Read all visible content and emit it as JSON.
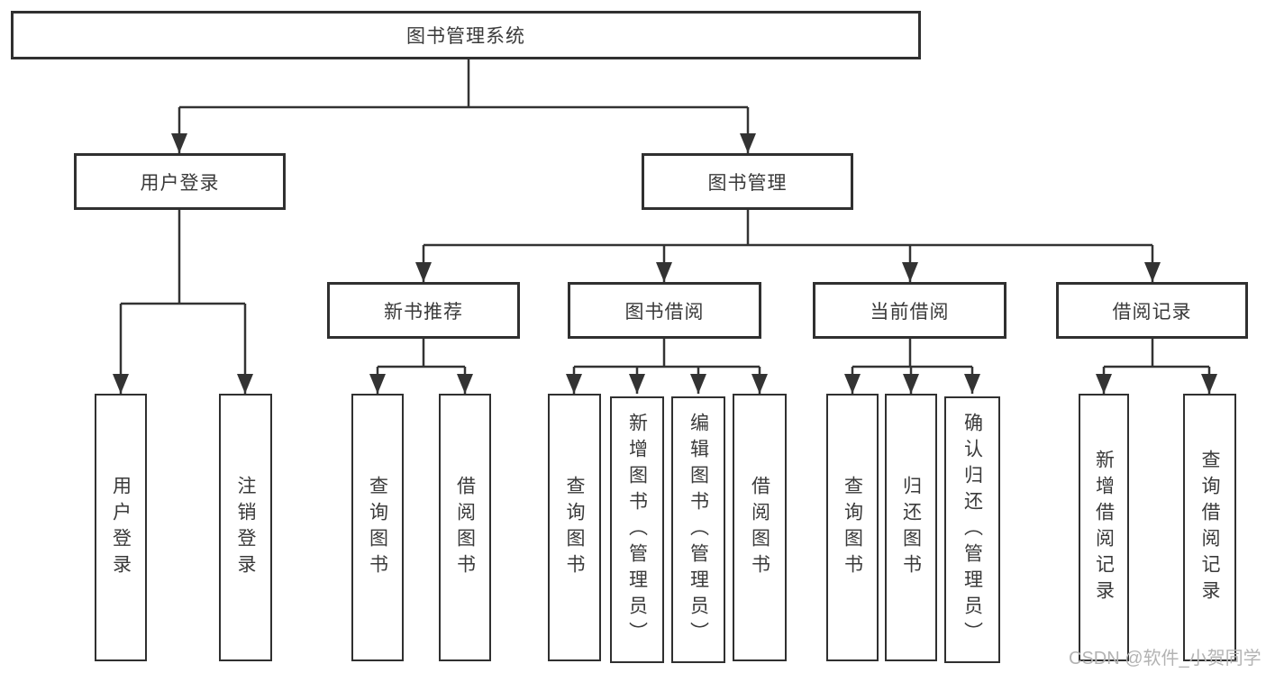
{
  "diagram": {
    "type": "tree",
    "nodes": {
      "root": "图书管理系统",
      "user_login": "用户登录",
      "book_mgmt": "图书管理",
      "new_rec": "新书推荐",
      "book_borrow": "图书借阅",
      "current_borrow": "当前借阅",
      "borrow_records": "借阅记录",
      "leaves": [
        "用户登录",
        "注销登录",
        "查询图书",
        "借阅图书",
        "查询图书",
        "新增图书（管理员）",
        "编辑图书（管理员）",
        "借阅图书",
        "查询图书",
        "归还图书",
        "确认归还（管理员）",
        "新增借阅记录",
        "查询借阅记录"
      ]
    },
    "hierarchy": {
      "图书管理系统": {
        "用户登录": [
          "用户登录",
          "注销登录"
        ],
        "图书管理": {
          "新书推荐": [
            "查询图书",
            "借阅图书"
          ],
          "图书借阅": [
            "查询图书",
            "新增图书（管理员）",
            "编辑图书（管理员）",
            "借阅图书"
          ],
          "当前借阅": [
            "查询图书",
            "归还图书",
            "确认归还（管理员）"
          ],
          "借阅记录": [
            "新增借阅记录",
            "查询借阅记录"
          ]
        }
      }
    }
  },
  "watermark": "CSDN @软件_小贺同学",
  "colors": {
    "line": "#333333",
    "border": "#303030",
    "text": "#3a3a3a",
    "watermark": "#b3b3b3",
    "background": "#ffffff"
  }
}
